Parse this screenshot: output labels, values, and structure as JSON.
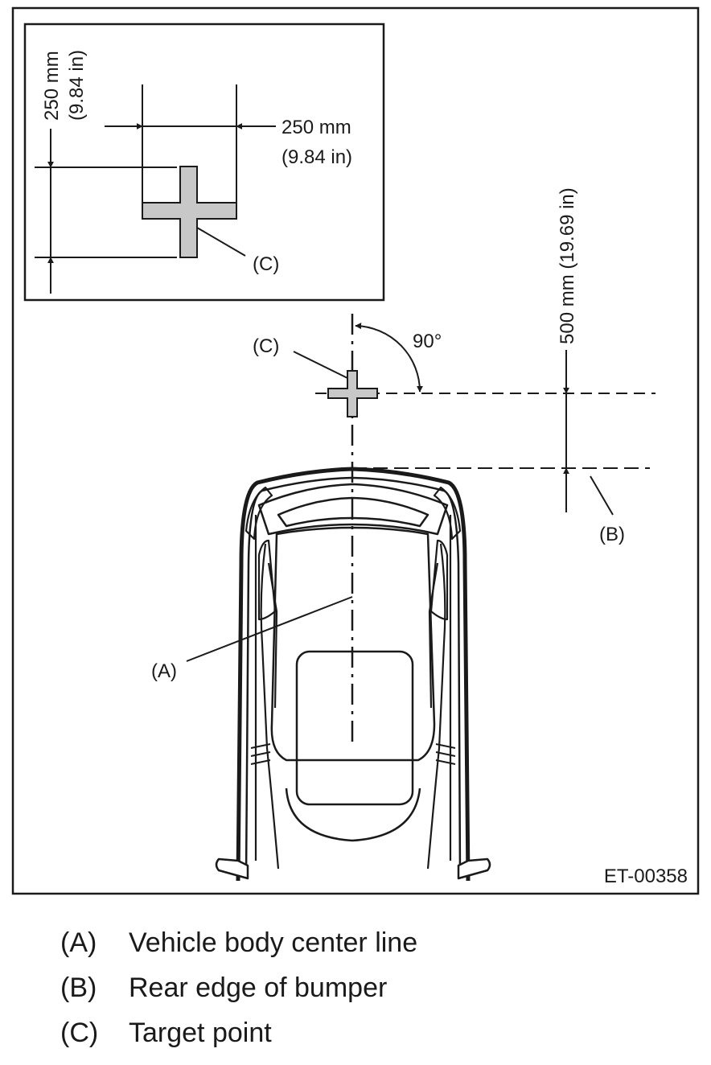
{
  "figure": {
    "code": "ET-00358",
    "inset": {
      "vertical_dim_mm": "250 mm",
      "vertical_dim_in": "(9.84 in)",
      "horizontal_dim_mm": "250 mm",
      "horizontal_dim_in": "(9.84 in)",
      "target_label": "(C)"
    },
    "main": {
      "target_label": "(C)",
      "angle_label": "90°",
      "distance_label": "500 mm (19.69 in)",
      "bumper_label": "(B)",
      "centerline_label": "(A)"
    }
  },
  "legend": [
    {
      "key": "(A)",
      "text": "Vehicle body center line"
    },
    {
      "key": "(B)",
      "text": "Rear edge of bumper"
    },
    {
      "key": "(C)",
      "text": "Target point"
    }
  ],
  "colors": {
    "line": "#1a1a1a",
    "target_fill": "#c8c8c8"
  }
}
